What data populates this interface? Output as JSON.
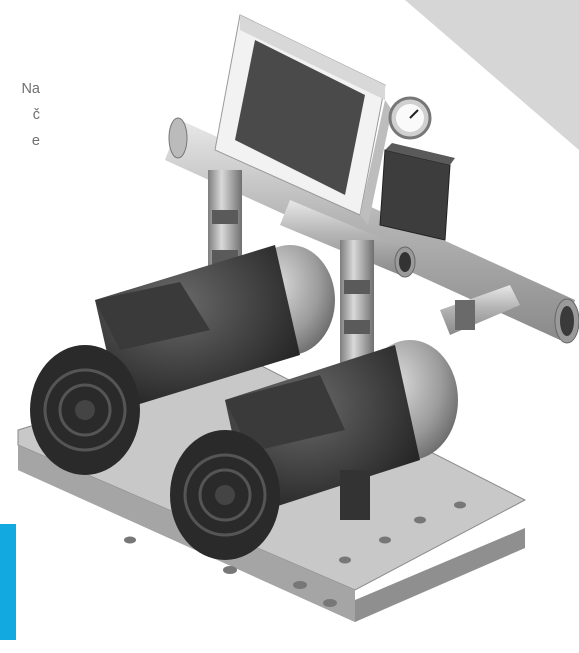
{
  "text_fragments": [
    "Na",
    "č",
    "e"
  ],
  "colors": {
    "background": "#ffffff",
    "corner_triangle": "#d6d6d6",
    "accent_bar": "#12a8e0",
    "text": "#6f6f6f"
  },
  "image": {
    "subject": "twin-pump-booster-set-icon"
  }
}
